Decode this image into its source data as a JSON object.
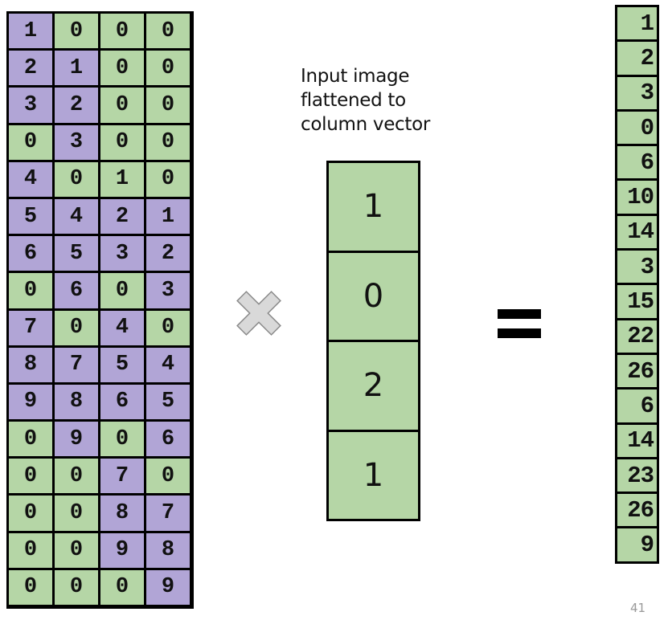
{
  "matrix": {
    "rows": [
      [
        [
          "1",
          "p"
        ],
        [
          "0",
          "g"
        ],
        [
          "0",
          "g"
        ],
        [
          "0",
          "g"
        ]
      ],
      [
        [
          "2",
          "p"
        ],
        [
          "1",
          "p"
        ],
        [
          "0",
          "g"
        ],
        [
          "0",
          "g"
        ]
      ],
      [
        [
          "3",
          "p"
        ],
        [
          "2",
          "p"
        ],
        [
          "0",
          "g"
        ],
        [
          "0",
          "g"
        ]
      ],
      [
        [
          "0",
          "g"
        ],
        [
          "3",
          "p"
        ],
        [
          "0",
          "g"
        ],
        [
          "0",
          "g"
        ]
      ],
      [
        [
          "4",
          "p"
        ],
        [
          "0",
          "g"
        ],
        [
          "1",
          "g"
        ],
        [
          "0",
          "g"
        ]
      ],
      [
        [
          "5",
          "p"
        ],
        [
          "4",
          "p"
        ],
        [
          "2",
          "p"
        ],
        [
          "1",
          "p"
        ]
      ],
      [
        [
          "6",
          "p"
        ],
        [
          "5",
          "p"
        ],
        [
          "3",
          "p"
        ],
        [
          "2",
          "p"
        ]
      ],
      [
        [
          "0",
          "g"
        ],
        [
          "6",
          "p"
        ],
        [
          "0",
          "g"
        ],
        [
          "3",
          "p"
        ]
      ],
      [
        [
          "7",
          "p"
        ],
        [
          "0",
          "g"
        ],
        [
          "4",
          "p"
        ],
        [
          "0",
          "g"
        ]
      ],
      [
        [
          "8",
          "p"
        ],
        [
          "7",
          "p"
        ],
        [
          "5",
          "p"
        ],
        [
          "4",
          "p"
        ]
      ],
      [
        [
          "9",
          "p"
        ],
        [
          "8",
          "p"
        ],
        [
          "6",
          "p"
        ],
        [
          "5",
          "p"
        ]
      ],
      [
        [
          "0",
          "g"
        ],
        [
          "9",
          "p"
        ],
        [
          "0",
          "g"
        ],
        [
          "6",
          "p"
        ]
      ],
      [
        [
          "0",
          "g"
        ],
        [
          "0",
          "g"
        ],
        [
          "7",
          "p"
        ],
        [
          "0",
          "g"
        ]
      ],
      [
        [
          "0",
          "g"
        ],
        [
          "0",
          "g"
        ],
        [
          "8",
          "p"
        ],
        [
          "7",
          "p"
        ]
      ],
      [
        [
          "0",
          "g"
        ],
        [
          "0",
          "g"
        ],
        [
          "9",
          "p"
        ],
        [
          "8",
          "p"
        ]
      ],
      [
        [
          "0",
          "g"
        ],
        [
          "0",
          "g"
        ],
        [
          "0",
          "g"
        ],
        [
          "9",
          "p"
        ]
      ]
    ]
  },
  "caption": {
    "line1": "Input image",
    "line2": "flattened to",
    "line3": "column vector"
  },
  "input_vector": [
    "1",
    "0",
    "2",
    "1"
  ],
  "result_vector": [
    "1",
    "2",
    "3",
    "0",
    "6",
    "10",
    "14",
    "3",
    "15",
    "22",
    "26",
    "6",
    "14",
    "23",
    "26",
    "9"
  ],
  "operators": {
    "times_icon": "times-icon",
    "equals_icon": "equals-icon"
  },
  "colors": {
    "green": "#b5d6a6",
    "purple": "#b1a5d6"
  },
  "page_number": "41"
}
